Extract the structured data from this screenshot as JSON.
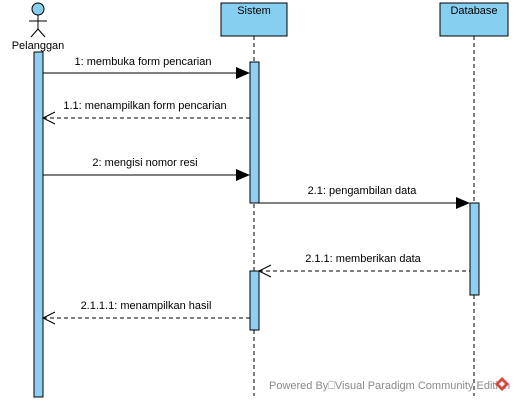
{
  "colors": {
    "header_fill": "#87cff0",
    "activation_fill": "#8fd0f2",
    "line": "#000000",
    "lifeline": "#000000",
    "watermark_text": "#8a8a8a",
    "watermark_logo": "#d9453b"
  },
  "actor": {
    "name": "Pelanggan"
  },
  "participants": [
    {
      "id": "sistem",
      "name": "Sistem"
    },
    {
      "id": "database",
      "name": "Database"
    }
  ],
  "messages": [
    {
      "id": "m1",
      "label": "1: membuka form pencarian",
      "from": "pelanggan",
      "to": "sistem",
      "kind": "call"
    },
    {
      "id": "m2",
      "label": "1.1: menampilkan form pencarian",
      "from": "sistem",
      "to": "pelanggan",
      "kind": "return"
    },
    {
      "id": "m3",
      "label": "2: mengisi nomor resi",
      "from": "pelanggan",
      "to": "sistem",
      "kind": "call"
    },
    {
      "id": "m4",
      "label": "2.1: pengambilan data",
      "from": "sistem",
      "to": "database",
      "kind": "call"
    },
    {
      "id": "m5",
      "label": "2.1.1: memberikan data",
      "from": "database",
      "to": "sistem",
      "kind": "return"
    },
    {
      "id": "m6",
      "label": "2.1.1.1: menampilkan hasil",
      "from": "sistem",
      "to": "pelanggan",
      "kind": "return"
    }
  ],
  "watermark": {
    "text": "Powered By⎕Visual Paradigm Community Edition"
  }
}
